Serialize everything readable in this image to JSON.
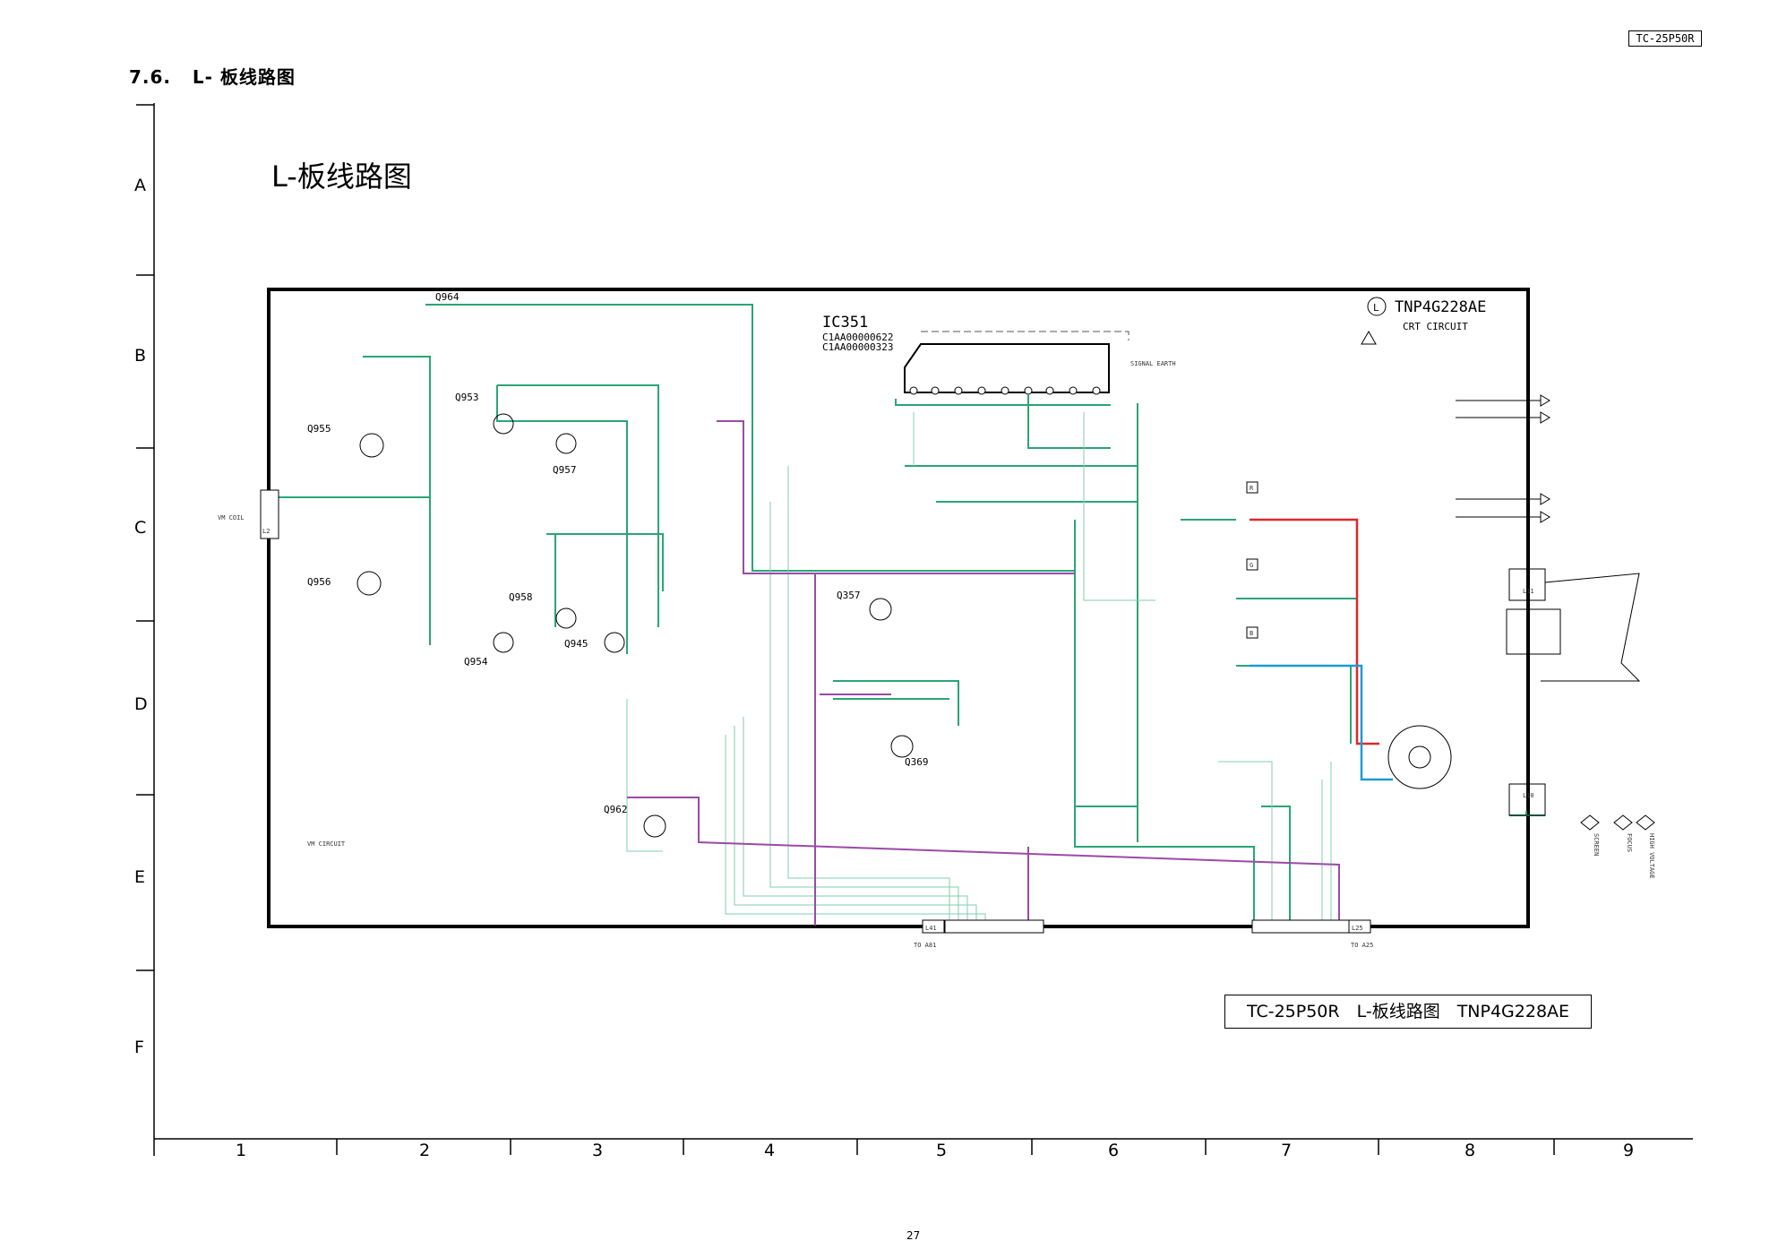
{
  "header": {
    "model": "TC-25P50R",
    "section_number": "7.6.",
    "section_title": "L- 板线路图"
  },
  "diagram_title": "L-板线路图",
  "caption": "TC-25P50R　L-板线路图　TNP4G228AE",
  "page_number": "27",
  "grid": {
    "rows": [
      "A",
      "B",
      "C",
      "D",
      "E",
      "F"
    ],
    "columns": [
      "1",
      "2",
      "3",
      "4",
      "5",
      "6",
      "7",
      "8",
      "9"
    ]
  },
  "board": {
    "id": "TNP4G228AE",
    "board_letter": "L",
    "crt_circuit": "CRT CIRCUIT",
    "ic": {
      "name": "IC351",
      "part1": "C1AA00000622",
      "part2": "C1AA00000323"
    },
    "signal_earth": "SIGNAL EARTH",
    "vm_coil": "VM COIL",
    "vm_circuit": "VM CIRCUIT",
    "connectors": {
      "l41": "L41",
      "to_a81": "TO A81",
      "l25": "L25",
      "to_a25": "TO A25",
      "l2": "L2",
      "l10": "L10",
      "l11": "L11"
    },
    "outputs": {
      "screen": "SCREEN",
      "focus": "FOCUS",
      "high_voltage": "HIGH VOLTAGE"
    },
    "test_points": {
      "r": "R",
      "g": "G",
      "b": "B"
    },
    "transistors": [
      {
        "ref": "Q964"
      },
      {
        "ref": "Q953"
      },
      {
        "ref": "Q955"
      },
      {
        "ref": "Q957"
      },
      {
        "ref": "Q956"
      },
      {
        "ref": "Q958"
      },
      {
        "ref": "Q954"
      },
      {
        "ref": "Q945"
      },
      {
        "ref": "Q357"
      },
      {
        "ref": "Q962"
      },
      {
        "ref": "Q369"
      }
    ]
  },
  "colors": {
    "green": "#2aa575",
    "red": "#e0272b",
    "blue": "#1e9ad6",
    "purple": "#9b4aa6",
    "light_green": "#7fcfae",
    "line": "#000000"
  }
}
